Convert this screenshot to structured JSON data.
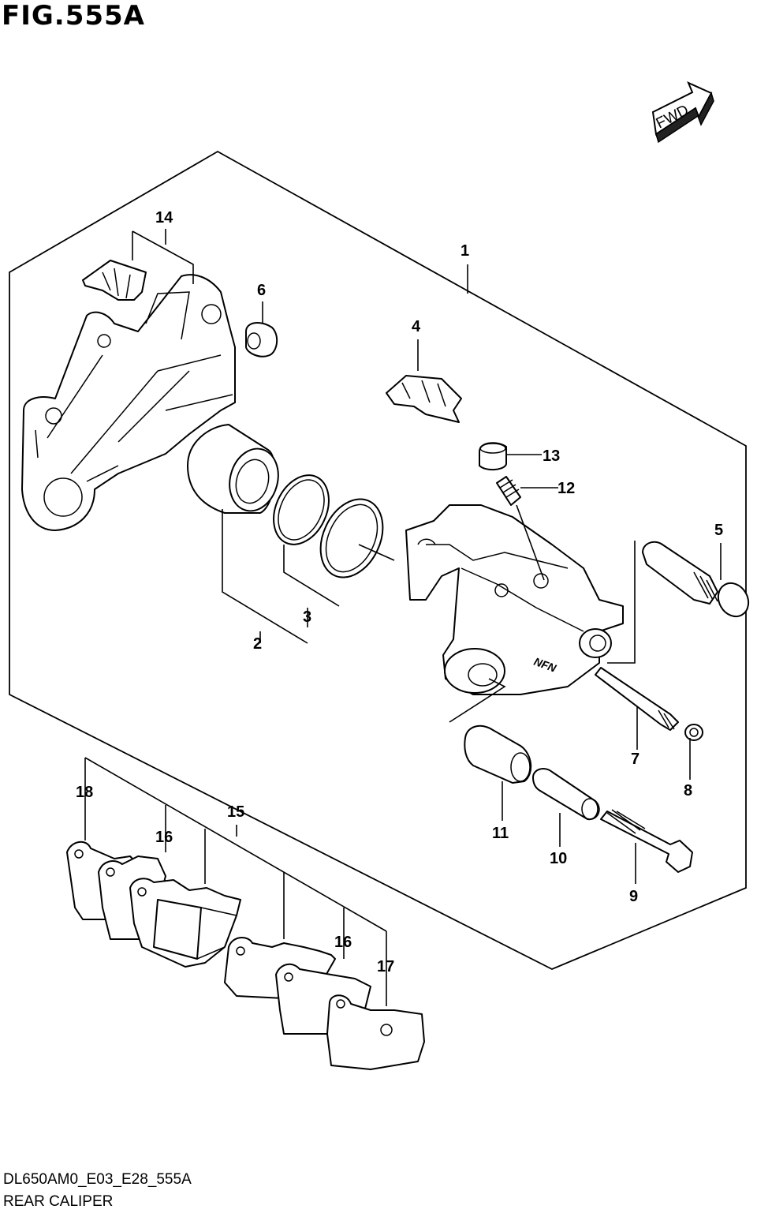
{
  "figure_title": "FIG.555A",
  "model_code": "DL650AM0_E03_E28_555A",
  "caption": "REAR CALIPER",
  "fwd_label": "FWD",
  "brand_mark": "NFN",
  "callouts": [
    "1",
    "2",
    "3",
    "4",
    "5",
    "6",
    "7",
    "8",
    "9",
    "10",
    "11",
    "12",
    "13",
    "14",
    "15",
    "16",
    "16",
    "17",
    "18"
  ]
}
